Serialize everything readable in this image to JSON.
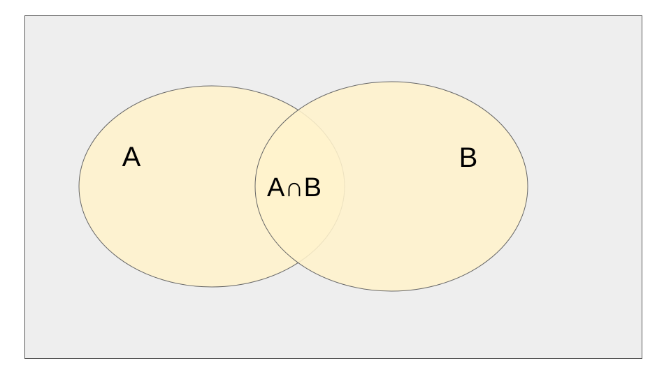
{
  "diagram": {
    "type": "venn",
    "sets": [
      {
        "label": "A"
      },
      {
        "label": "B"
      }
    ],
    "intersection_label": "A∩B",
    "colors": {
      "page_bg": "#ffffff",
      "frame_bg": "#eeeeee",
      "frame_border": "#575757",
      "set_fill": "#fff2cc",
      "set_stroke": "#666666",
      "label_text": "#000000"
    }
  }
}
